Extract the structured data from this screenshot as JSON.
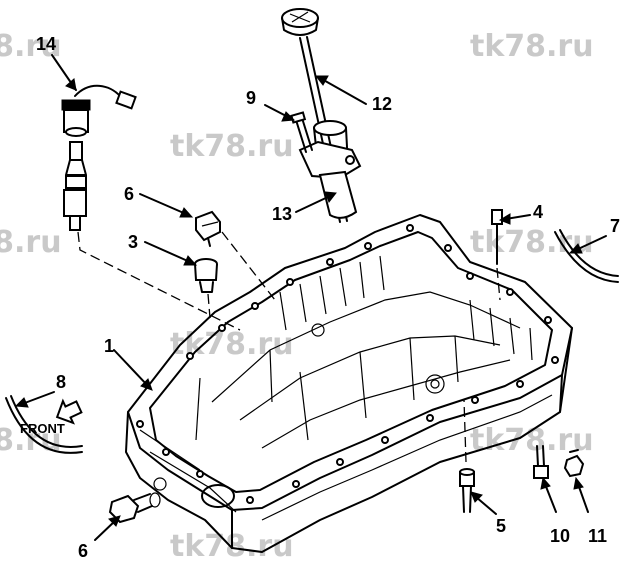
{
  "watermark": "tk78.ru",
  "front_label": "FRONT",
  "callouts": [
    "1",
    "3",
    "4",
    "5",
    "6",
    "6",
    "7",
    "8",
    "9",
    "10",
    "11",
    "12",
    "13",
    "14"
  ]
}
